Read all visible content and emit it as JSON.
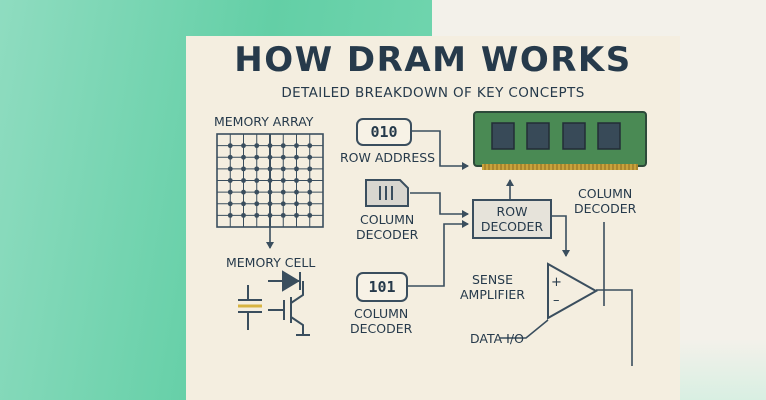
{
  "title": "HOW DRAM WORKS",
  "subtitle": "DETAILED BREAKDOWN OF KEY CONCEPTS",
  "labels": {
    "memory_array": "MEMORY ARRAY",
    "memory_cell": "MEMORY CELL",
    "row_address": "ROW ADDRESS",
    "column_decoder_mid": "COLUMN\nDECODER",
    "column_decoder_bottom": "COLUMN\nDECODER",
    "column_decoder_right": "COLUMN\nDECODER",
    "row_decoder": "ROW\nDECODER",
    "sense_amplifier": "SENSE\nAMPLIFIER",
    "data_io": "DATA I/O",
    "plus": "+",
    "minus": "–"
  },
  "values": {
    "row_bits": "010",
    "column_bits": "101"
  },
  "colors": {
    "ink": "#263a4b",
    "chip_pcb": "#4a8a54",
    "chip_die": "#384a58",
    "pcb_gold": "#c9a23c",
    "capacitor_accent": "#d7b443",
    "background_green": "#63cfa6",
    "panel": "#f4eee0"
  },
  "icons": [
    "ram-module-icon",
    "column-decoder-chip-icon",
    "memory-grid-icon",
    "capacitor-icon",
    "transistor-icon",
    "diode-icon",
    "sense-amplifier-icon"
  ]
}
